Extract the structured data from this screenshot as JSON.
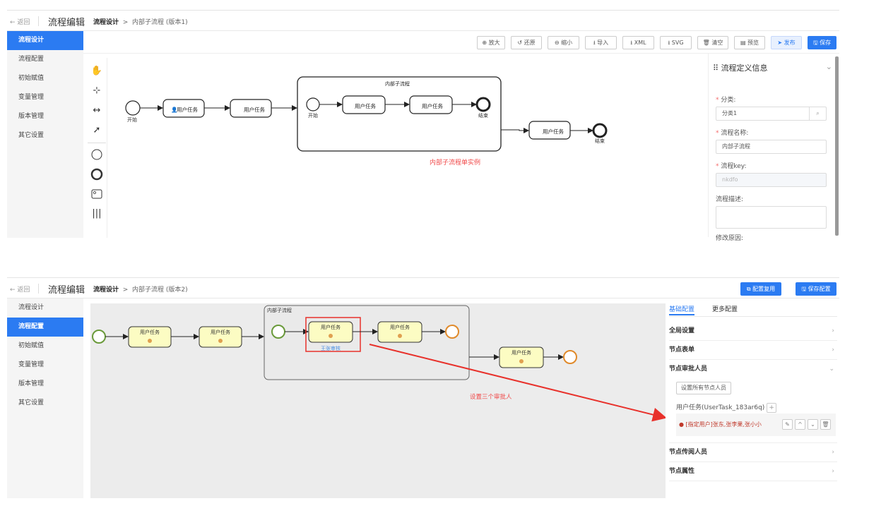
{
  "panel1": {
    "back": "← 返回",
    "title": "流程编辑",
    "crumb_root": "流程设计",
    "crumb_sep": ">",
    "crumb_leaf": "内部子流程 (版本1)",
    "sidebar": [
      "流程设计",
      "流程配置",
      "初始赋值",
      "变量管理",
      "版本管理",
      "其它设置"
    ],
    "active_index": 0,
    "toolbar": [
      "⊕ 放大",
      "↺ 还原",
      "⊖ 缩小",
      "⭳ 导入",
      "⭳ XML",
      "⭳ SVG",
      "🗑 清空",
      "▤ 预览",
      "➤ 发布",
      "🖫 保存"
    ],
    "palette_icons": [
      "hand-tool-icon",
      "lasso-tool-icon",
      "space-tool-icon",
      "connect-tool-icon",
      "start-event-icon",
      "end-event-icon",
      "user-task-icon",
      "more-icon"
    ],
    "diagram": {
      "subprocess_title": "内部子流程",
      "task": "用户任务",
      "start": "开始",
      "end": "结束",
      "annotation": "内部子流程单实例"
    },
    "props": {
      "header": "流程定义信息",
      "category_label": "分类:",
      "category_value": "分类1",
      "name_label": "流程名称:",
      "name_value": "内部子流程",
      "key_label": "流程key:",
      "key_value": "nkdfo",
      "desc_label": "流程描述:",
      "reason_label": "修改原因:"
    }
  },
  "panel2": {
    "back": "← 返回",
    "title": "流程编辑",
    "crumb_root": "流程设计",
    "crumb_sep": ">",
    "crumb_leaf": "内部子流程 (版本2)",
    "sidebar": [
      "流程设计",
      "流程配置",
      "初始赋值",
      "变量管理",
      "版本管理",
      "其它设置"
    ],
    "active_index": 1,
    "btn_reuse": "配置复用",
    "btn_save": "保存配置",
    "diagram": {
      "subprocess_title": "内部子流程",
      "task": "用户任务",
      "sub_label": "王张审核",
      "annotation": "设置三个审批人"
    },
    "props": {
      "tab_basic": "基础配置",
      "tab_more": "更多配置",
      "global": "全局设置",
      "form": "节点表单",
      "approvers": "节点审批人员",
      "set_all": "设置所有节点人员",
      "task_node": "用户任务(UserTask_183ar6q)",
      "assignee": "[指定用户]张东,张李果,张小小",
      "cc": "节点传阅人员",
      "attrs": "节点属性"
    }
  }
}
